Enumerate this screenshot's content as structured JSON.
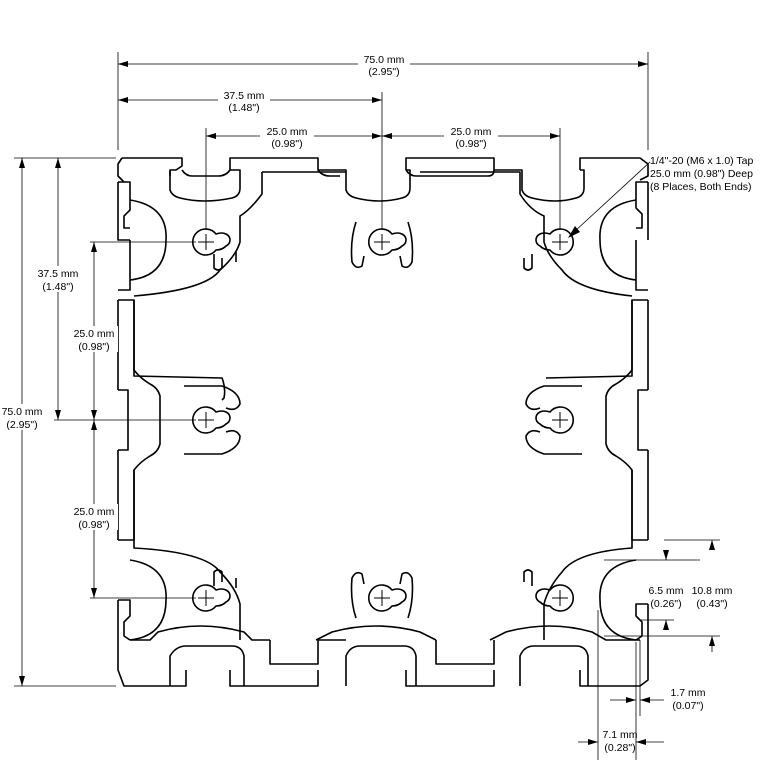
{
  "dimensions": {
    "top_overall": {
      "mm": "75.0 mm",
      "in": "(2.95\")"
    },
    "top_half": {
      "mm": "37.5 mm",
      "in": "(1.48\")"
    },
    "top_pitch_left": {
      "mm": "25.0 mm",
      "in": "(0.98\")"
    },
    "top_pitch_right": {
      "mm": "25.0 mm",
      "in": "(0.98\")"
    },
    "left_overall": {
      "mm": "75.0 mm",
      "in": "(2.95\")"
    },
    "left_half": {
      "mm": "37.5 mm",
      "in": "(1.48\")"
    },
    "left_pitch_upper": {
      "mm": "25.0 mm",
      "in": "(0.98\")"
    },
    "left_pitch_lower": {
      "mm": "25.0 mm",
      "in": "(0.98\")"
    },
    "slot_opening": {
      "mm": "6.5 mm",
      "in": "(0.26\")"
    },
    "slot_width": {
      "mm": "10.8 mm",
      "in": "(0.43\")"
    },
    "wall_thickness": {
      "mm": "1.7 mm",
      "in": "(0.07\")"
    },
    "slot_depth": {
      "mm": "7.1 mm",
      "in": "(0.28\")"
    }
  },
  "tap_note": {
    "line1": "1/4\"-20 (M6 x 1.0) Tap",
    "line2": "25.0 mm (0.98\") Deep",
    "line3": "(8 Places, Both Ends)"
  }
}
